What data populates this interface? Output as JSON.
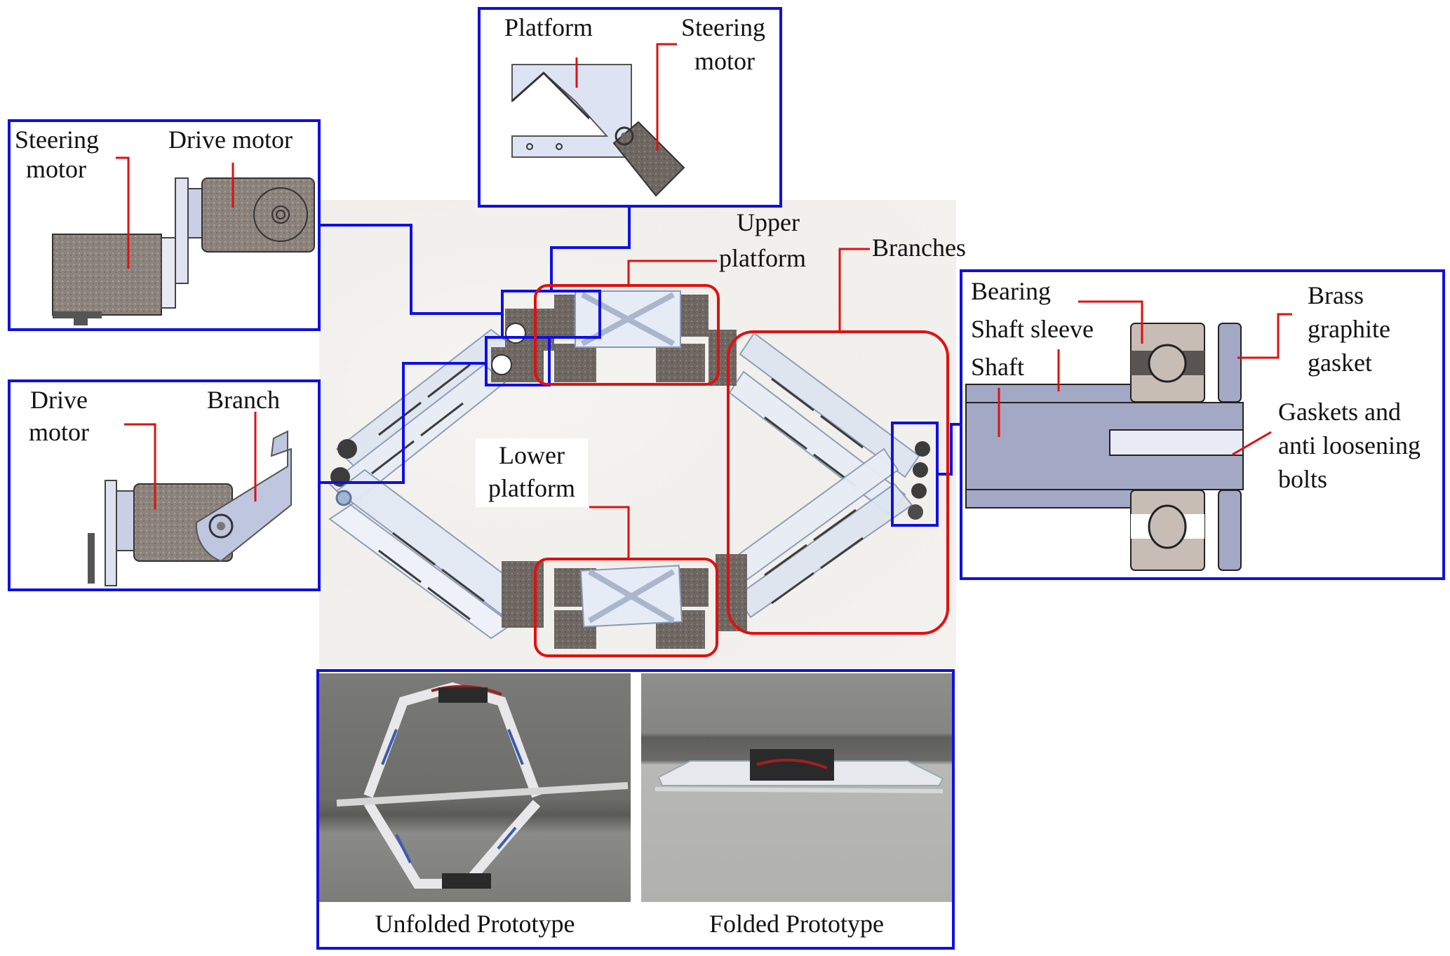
{
  "figure": {
    "description": "Foldable robot structure with component callouts"
  },
  "callouts": {
    "top_left": {
      "label_1": "Steering",
      "label_2": "motor",
      "label_3": "Drive motor"
    },
    "top_center": {
      "label_1": "Platform",
      "label_2": "Steering",
      "label_3": "motor"
    },
    "bottom_left": {
      "label_1": "Drive",
      "label_2": "motor",
      "label_3": "Branch"
    },
    "right": {
      "bearing": "Bearing",
      "shaft_sleeve": "Shaft sleeve",
      "shaft": "Shaft",
      "brass_1": "Brass",
      "brass_2": "graphite",
      "brass_3": "gasket",
      "gasket_1": "Gaskets and",
      "gasket_2": "anti loosening",
      "gasket_3": "bolts"
    }
  },
  "assembly": {
    "upper_platform_1": "Upper",
    "upper_platform_2": "platform",
    "lower_platform_1": "Lower",
    "lower_platform_2": "platform",
    "branches": "Branches"
  },
  "photos": {
    "unfolded_caption": "Unfolded Prototype",
    "folded_caption": "Folded Prototype"
  },
  "colors": {
    "callout_box": "#1010e0",
    "highlight": "#e01010",
    "motor": "#6e6762",
    "aluminum": "#c9d4e6",
    "shaft": "#a3a8c4",
    "bearing": "#c8bdb5"
  }
}
